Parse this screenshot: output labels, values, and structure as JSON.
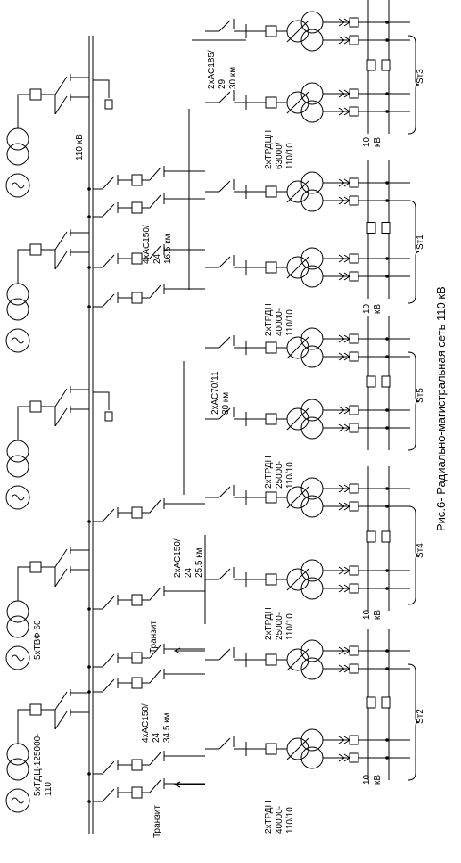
{
  "caption": "Рис.6- Радиально-магистральная сеть 110 кВ",
  "bus_label": "110 кВ",
  "generators": [
    {
      "id": "g1",
      "label_lines": [
        "5хТДЦ-125000-",
        "110"
      ]
    },
    {
      "id": "g2",
      "label_lines": [
        "5хТВФ 60"
      ]
    },
    {
      "id": "g3",
      "label_lines": []
    },
    {
      "id": "g4",
      "label_lines": []
    },
    {
      "id": "g5",
      "label_lines": []
    }
  ],
  "lines": [
    {
      "id": "l1",
      "label_lines": [
        "4хАС150/",
        "24",
        "34.5 км"
      ]
    },
    {
      "id": "l2",
      "label_lines": [
        "2хАС150/",
        "24",
        "25.5 км"
      ]
    },
    {
      "id": "l3",
      "label_lines": [
        "2хАС70/11",
        "30 км"
      ]
    },
    {
      "id": "l4",
      "label_lines": [
        "4хАС150/",
        "24",
        "16.5 км"
      ]
    },
    {
      "id": "l5",
      "label_lines": [
        "2хАС185/",
        "29",
        "30 км"
      ]
    }
  ],
  "transit_label": "Транзит",
  "substations": [
    {
      "id": "st2",
      "name": "Ѕт2",
      "transformer_label_lines": [
        "2хТРДН",
        "40000-",
        "110/10"
      ],
      "lv_label_lines": [
        "10",
        "кВ"
      ]
    },
    {
      "id": "st4",
      "name": "Ѕт4",
      "transformer_label_lines": [
        "2хТРДН",
        "25000-",
        "110/10"
      ],
      "lv_label_lines": [
        "10",
        "кВ"
      ]
    },
    {
      "id": "st5",
      "name": "Ѕт5",
      "transformer_label_lines": [
        "2хТРДН",
        "25000-",
        "110/10"
      ],
      "lv_label_lines": []
    },
    {
      "id": "st1",
      "name": "Ѕт1",
      "transformer_label_lines": [
        "2хТРДН",
        "40000-",
        "110/10"
      ],
      "lv_label_lines": [
        "10",
        "кВ"
      ]
    },
    {
      "id": "st3",
      "name": "Ѕт3",
      "transformer_label_lines": [
        "2хТРДЦН",
        "63000/",
        "110/10"
      ],
      "lv_label_lines": [
        "10",
        "кВ"
      ]
    }
  ]
}
